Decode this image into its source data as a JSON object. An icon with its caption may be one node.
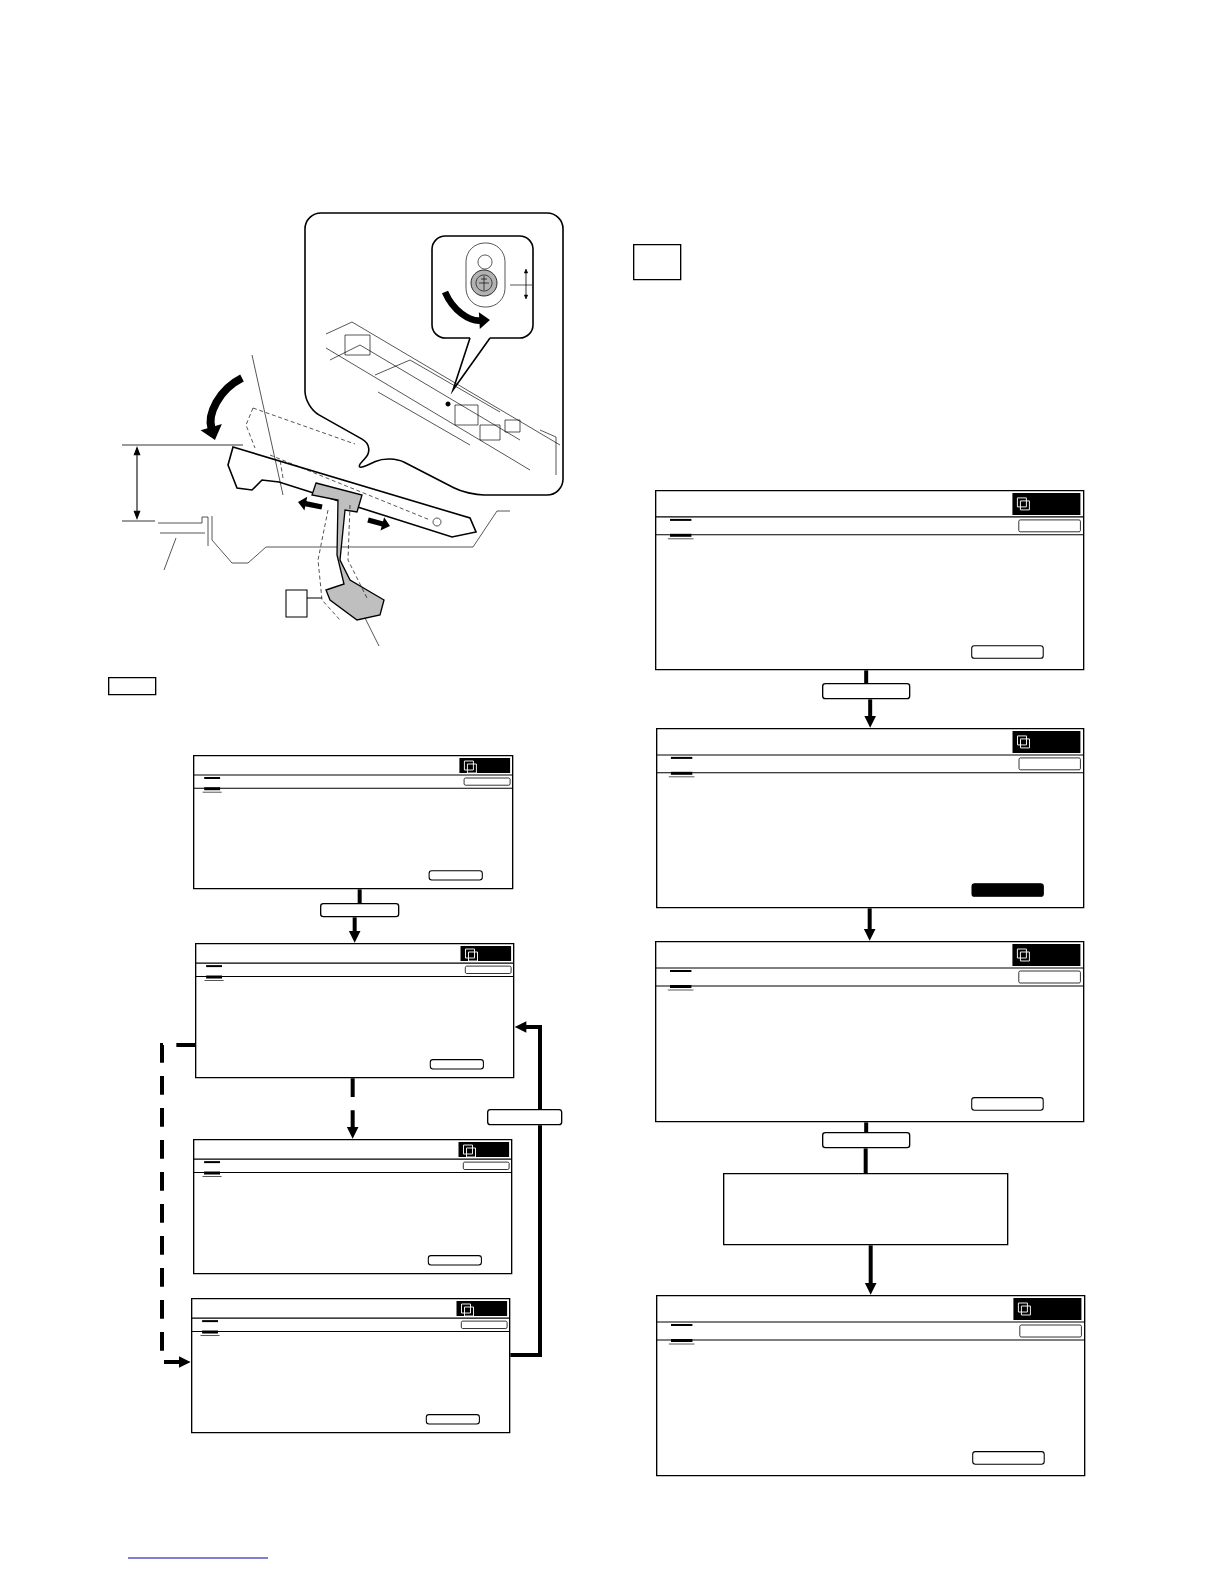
{
  "diagram": {
    "nodes": [
      {
        "text": [],
        "shape": "box"
      },
      {
        "text": [],
        "shape": "box"
      },
      {
        "text": [],
        "shape": "button"
      },
      {
        "text": [],
        "shape": "box"
      },
      {
        "text": [],
        "shape": "box"
      },
      {
        "text": [],
        "shape": "box"
      },
      {
        "text": [],
        "shape": "button"
      },
      {
        "text": [],
        "shape": "box"
      },
      {
        "text": [],
        "shape": "box"
      },
      {
        "text": [],
        "shape": "button"
      },
      {
        "text": [],
        "shape": "box"
      },
      {
        "text": [],
        "shape": "box"
      },
      {
        "text": [],
        "shape": "button"
      },
      {
        "text": [],
        "shape": "box"
      },
      {
        "text": [],
        "shape": "box"
      }
    ],
    "edges": [
      {
        "from": 1,
        "to": 2,
        "arrow": "none"
      },
      {
        "from": 2,
        "to": 3,
        "arrow": "to"
      },
      {
        "from": 3,
        "to": 4,
        "arrow": "to",
        "style": "dashed"
      },
      {
        "from": 3,
        "to": 5,
        "arrow": "to",
        "style": "dashed"
      },
      {
        "from": 5,
        "to": 6,
        "arrow": "none"
      },
      {
        "from": 6,
        "to": 3,
        "arrow": "to"
      },
      {
        "from": 8,
        "to": 9,
        "arrow": "none"
      },
      {
        "from": 9,
        "to": 10,
        "arrow": "to"
      },
      {
        "from": 10,
        "to": 11,
        "arrow": "to"
      },
      {
        "from": 11,
        "to": 12,
        "arrow": "none"
      },
      {
        "from": 12,
        "to": 13,
        "arrow": "none"
      },
      {
        "from": 13,
        "to": 14,
        "arrow": "to"
      }
    ]
  }
}
